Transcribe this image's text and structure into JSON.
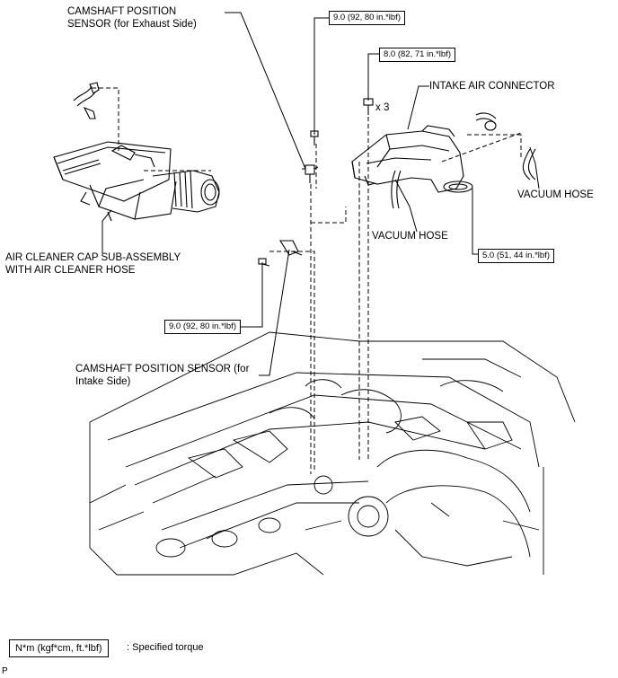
{
  "labels": {
    "cam_exhaust_line1": "CAMSHAFT POSITION",
    "cam_exhaust_line2": "SENSOR (for Exhaust Side)",
    "intake_air_connector": "INTAKE AIR CONNECTOR",
    "qty_x3": "x 3",
    "vacuum_hose_right": "VACUUM HOSE",
    "vacuum_hose_center": "VACUUM HOSE",
    "air_cleaner_line1": "AIR CLEANER CAP SUB-ASSEMBLY",
    "air_cleaner_line2": "WITH AIR CLEANER HOSE",
    "cam_intake_line1": "CAMSHAFT POSITION SENSOR (for",
    "cam_intake_line2": "Intake Side)"
  },
  "torques": {
    "t1": "9.0 (92, 80 in.*lbf)",
    "t2": "8.0 (82, 71 in.*lbf)",
    "t3": "5.0 (51, 44 in.*lbf)",
    "t4": "9.0 (92, 80 in.*lbf)"
  },
  "legend": {
    "unit": "N*m (kgf*cm, ft.*lbf)",
    "description": ": Specified torque"
  },
  "corner_mark": "P"
}
